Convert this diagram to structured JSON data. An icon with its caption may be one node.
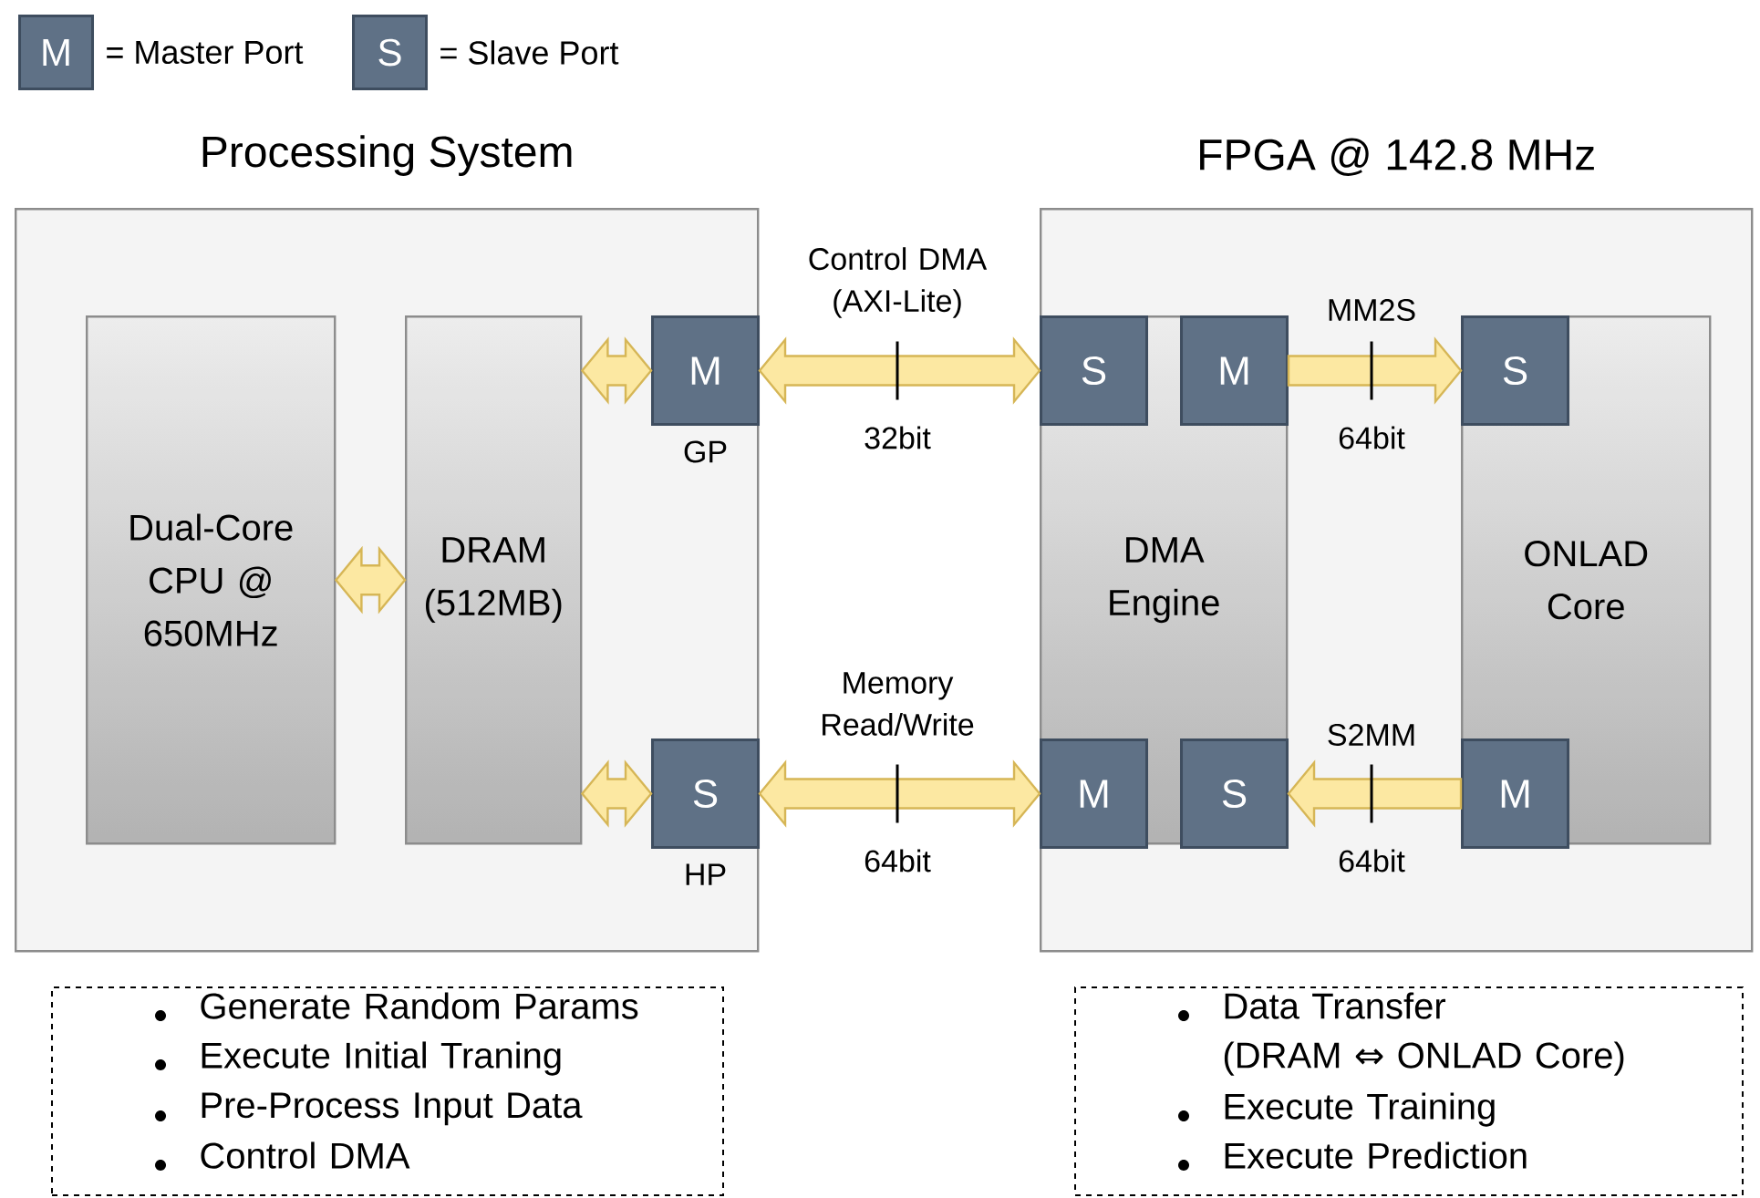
{
  "diagram": {
    "nodes": [
      {
        "text": [
          "M"
        ],
        "beside": [
          "= Master Port"
        ]
      },
      {
        "text": [
          "S"
        ],
        "beside": [
          "= Slave Port"
        ]
      },
      {
        "text": [
          "Processing System"
        ]
      },
      {
        "text": [
          "Dual-Core CPU @ 650MHz"
        ],
        "in": 2
      },
      {
        "text": [
          "DRAM (512MB)"
        ],
        "in": 2
      },
      {
        "text": [
          "M"
        ],
        "beside": [
          "GP"
        ],
        "in": 2
      },
      {
        "text": [
          "S"
        ],
        "beside": [
          "HP"
        ],
        "in": 2
      },
      {
        "text": [
          "FPGA @ 142.8 MHz"
        ]
      },
      {
        "text": [
          "DMA Engine"
        ],
        "in": 7
      },
      {
        "text": [
          "S"
        ],
        "in": 8
      },
      {
        "text": [
          "M"
        ],
        "in": 8
      },
      {
        "text": [
          "M"
        ],
        "in": 8
      },
      {
        "text": [
          "S"
        ],
        "in": 8
      },
      {
        "text": [
          "ONLAD Core"
        ],
        "in": 7
      },
      {
        "text": [
          "S"
        ],
        "in": 13
      },
      {
        "text": [
          "M"
        ],
        "in": 13
      },
      {
        "text": [
          "Generate Random Params",
          "Execute Initial Traning",
          "Pre-Process Input Data",
          "Control DMA"
        ]
      },
      {
        "text": [
          "Data Transfer (DRAM ⇔ ONLAD Core)",
          "Execute Training",
          "Execute Prediction"
        ]
      }
    ],
    "edges": [
      {
        "from": 3,
        "to": 4,
        "arrow": "both"
      },
      {
        "from": 4,
        "to": 5,
        "arrow": "both"
      },
      {
        "from": 4,
        "to": 6,
        "arrow": "both"
      },
      {
        "from": 5,
        "to": 9,
        "arrow": "both",
        "label": "Control DMA (AXI-Lite)"
      },
      {
        "from": 6,
        "to": 11,
        "arrow": "both",
        "label": "Memory Read/Write"
      },
      {
        "from": 10,
        "to": 14,
        "arrow": "to",
        "label": "MM2S"
      },
      {
        "from": 15,
        "to": 12,
        "arrow": "to",
        "label": "S2MM"
      }
    ],
    "labels": [
      "32bit",
      "64bit",
      "64bit",
      "64bit"
    ]
  }
}
